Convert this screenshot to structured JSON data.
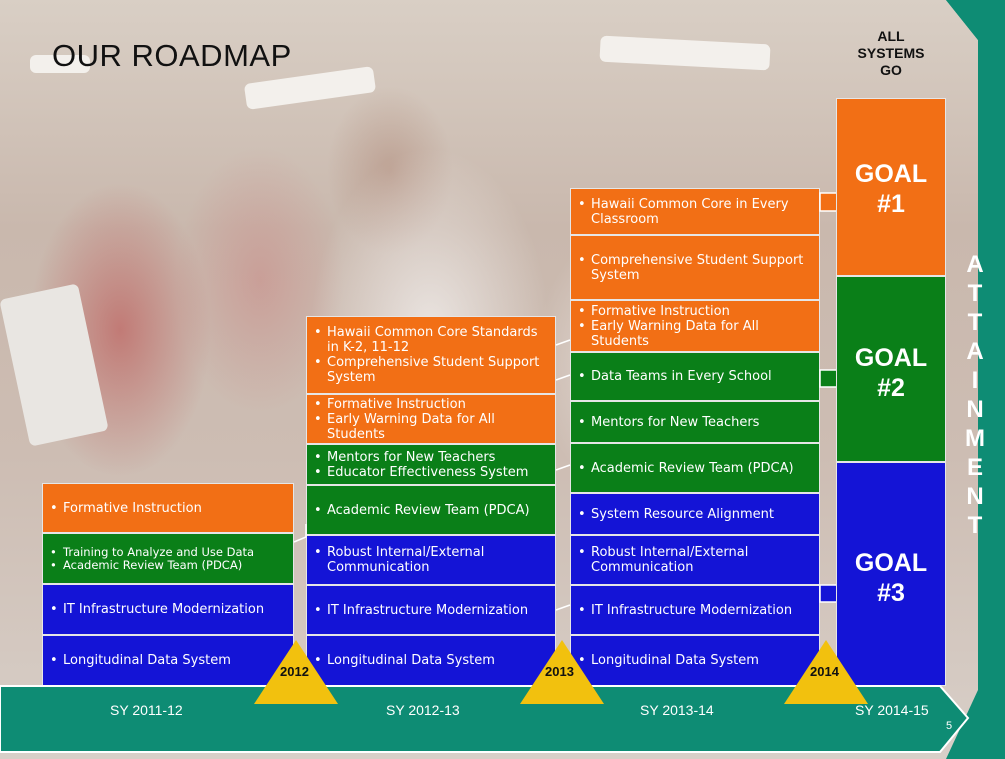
{
  "slide": {
    "title": "OUR ROADMAP",
    "page_number": "5"
  },
  "header_right": {
    "line1": "ALL",
    "line2": "SYSTEMS",
    "line3": "GO"
  },
  "attainment": "ATTAINMENT",
  "columns": [
    {
      "year": "SY 2011-12",
      "items": [
        {
          "color": "orange",
          "lines": [
            "Formative Instruction"
          ]
        },
        {
          "color": "green",
          "lines": [
            "Training to Analyze and Use Data",
            "Academic Review Team (PDCA)"
          ]
        },
        {
          "color": "blue",
          "lines": [
            "IT Infrastructure Modernization"
          ]
        },
        {
          "color": "blue",
          "lines": [
            "Longitudinal Data System"
          ]
        }
      ]
    },
    {
      "year": "SY 2012-13",
      "items": [
        {
          "color": "orange",
          "lines": [
            "Hawaii Common Core Standards in K-2, 11-12",
            "Comprehensive Student Support System"
          ]
        },
        {
          "color": "orange",
          "lines": [
            "Formative Instruction",
            "Early Warning Data for All Students"
          ]
        },
        {
          "color": "green",
          "lines": [
            "Mentors for New Teachers",
            "Educator Effectiveness System"
          ]
        },
        {
          "color": "green",
          "lines": [
            "Academic Review Team (PDCA)"
          ]
        },
        {
          "color": "blue",
          "lines": [
            "Robust Internal/External Communication"
          ]
        },
        {
          "color": "blue",
          "lines": [
            "IT Infrastructure Modernization"
          ]
        },
        {
          "color": "blue",
          "lines": [
            "Longitudinal Data System"
          ]
        }
      ]
    },
    {
      "year": "SY 2013-14",
      "items": [
        {
          "color": "orange",
          "lines": [
            "Hawaii Common Core in Every Classroom"
          ]
        },
        {
          "color": "orange",
          "lines": [
            "Comprehensive Student Support System"
          ]
        },
        {
          "color": "orange",
          "lines": [
            "Formative Instruction",
            "Early Warning Data for All Students"
          ]
        },
        {
          "color": "green",
          "lines": [
            "Data Teams in Every School"
          ]
        },
        {
          "color": "green",
          "lines": [
            "Mentors for New Teachers"
          ]
        },
        {
          "color": "green",
          "lines": [
            "Academic Review Team (PDCA)"
          ]
        },
        {
          "color": "blue",
          "lines": [
            "System Resource Alignment"
          ]
        },
        {
          "color": "blue",
          "lines": [
            "Robust Internal/External Communication"
          ]
        },
        {
          "color": "blue",
          "lines": [
            "IT Infrastructure Modernization"
          ]
        },
        {
          "color": "blue",
          "lines": [
            "Longitudinal Data System"
          ]
        }
      ]
    }
  ],
  "goals": [
    {
      "label": "GOAL",
      "number": "#1",
      "color": "orange"
    },
    {
      "label": "GOAL",
      "number": "#2",
      "color": "green"
    },
    {
      "label": "GOAL",
      "number": "#3",
      "color": "blue"
    }
  ],
  "final_year": "SY 2014-15",
  "milestones": [
    "2012",
    "2013",
    "2014"
  ],
  "colors": {
    "orange": "#f26f15",
    "green": "#0a7f18",
    "blue": "#1414d6",
    "teal": "#0e8c74",
    "triangle": "#f2c10e"
  }
}
